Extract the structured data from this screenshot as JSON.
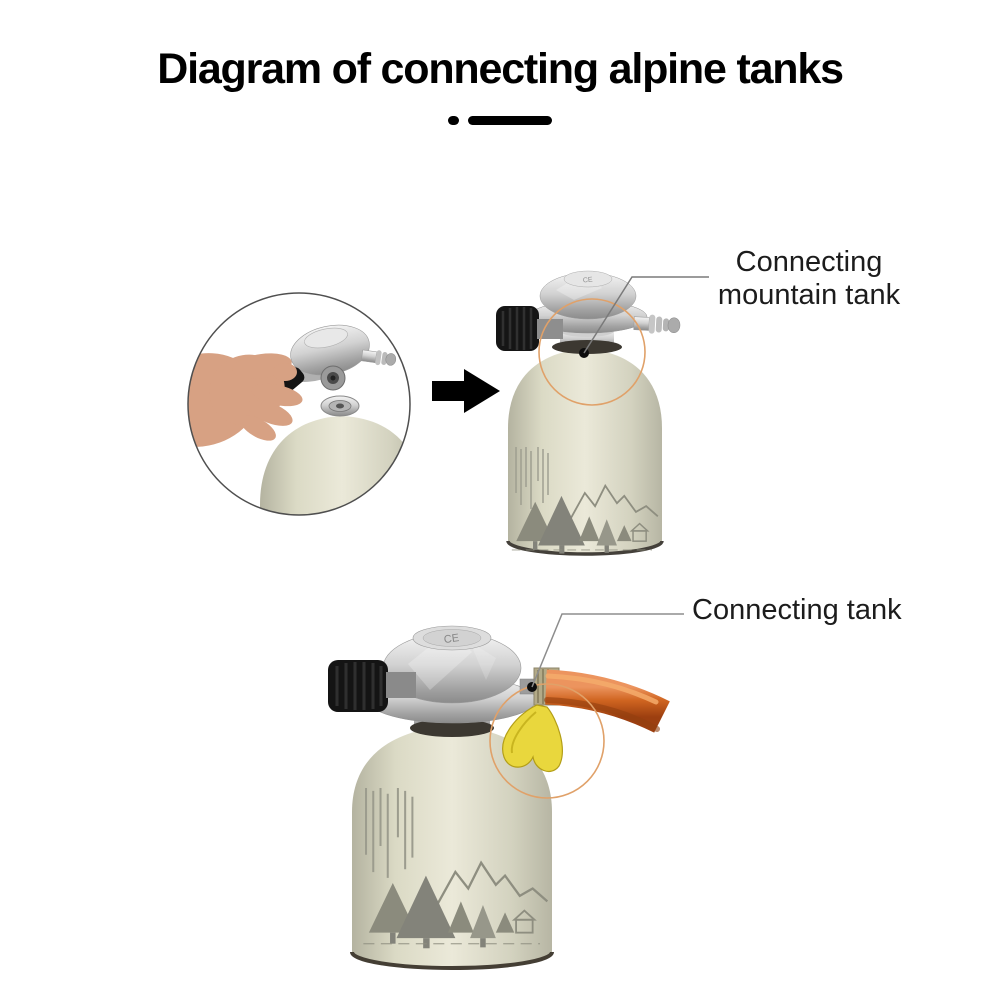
{
  "title": "Diagram of connecting alpine tanks",
  "annotations": {
    "step1_label": "Connecting mountain tank",
    "step2_label": "Connecting tank"
  },
  "figure": {
    "regulator_marking": "CE"
  },
  "icons": {
    "arrow_right": "➜",
    "title_divider": "• —"
  },
  "colors": {
    "title_black": "#000000",
    "canister_cream": "#dbdac7",
    "canister_art_gray": "#8b8b7d",
    "regulator_silver": "#c9c9c9",
    "knob_black": "#151515",
    "hose_orange": "#cf6420",
    "clip_yellow": "#e9d73d",
    "highlight_circle_orange": "#e0a169",
    "leader_line_gray": "#8d8d8d",
    "arrow_black": "#000000",
    "hand_skin": "#d7a183"
  }
}
